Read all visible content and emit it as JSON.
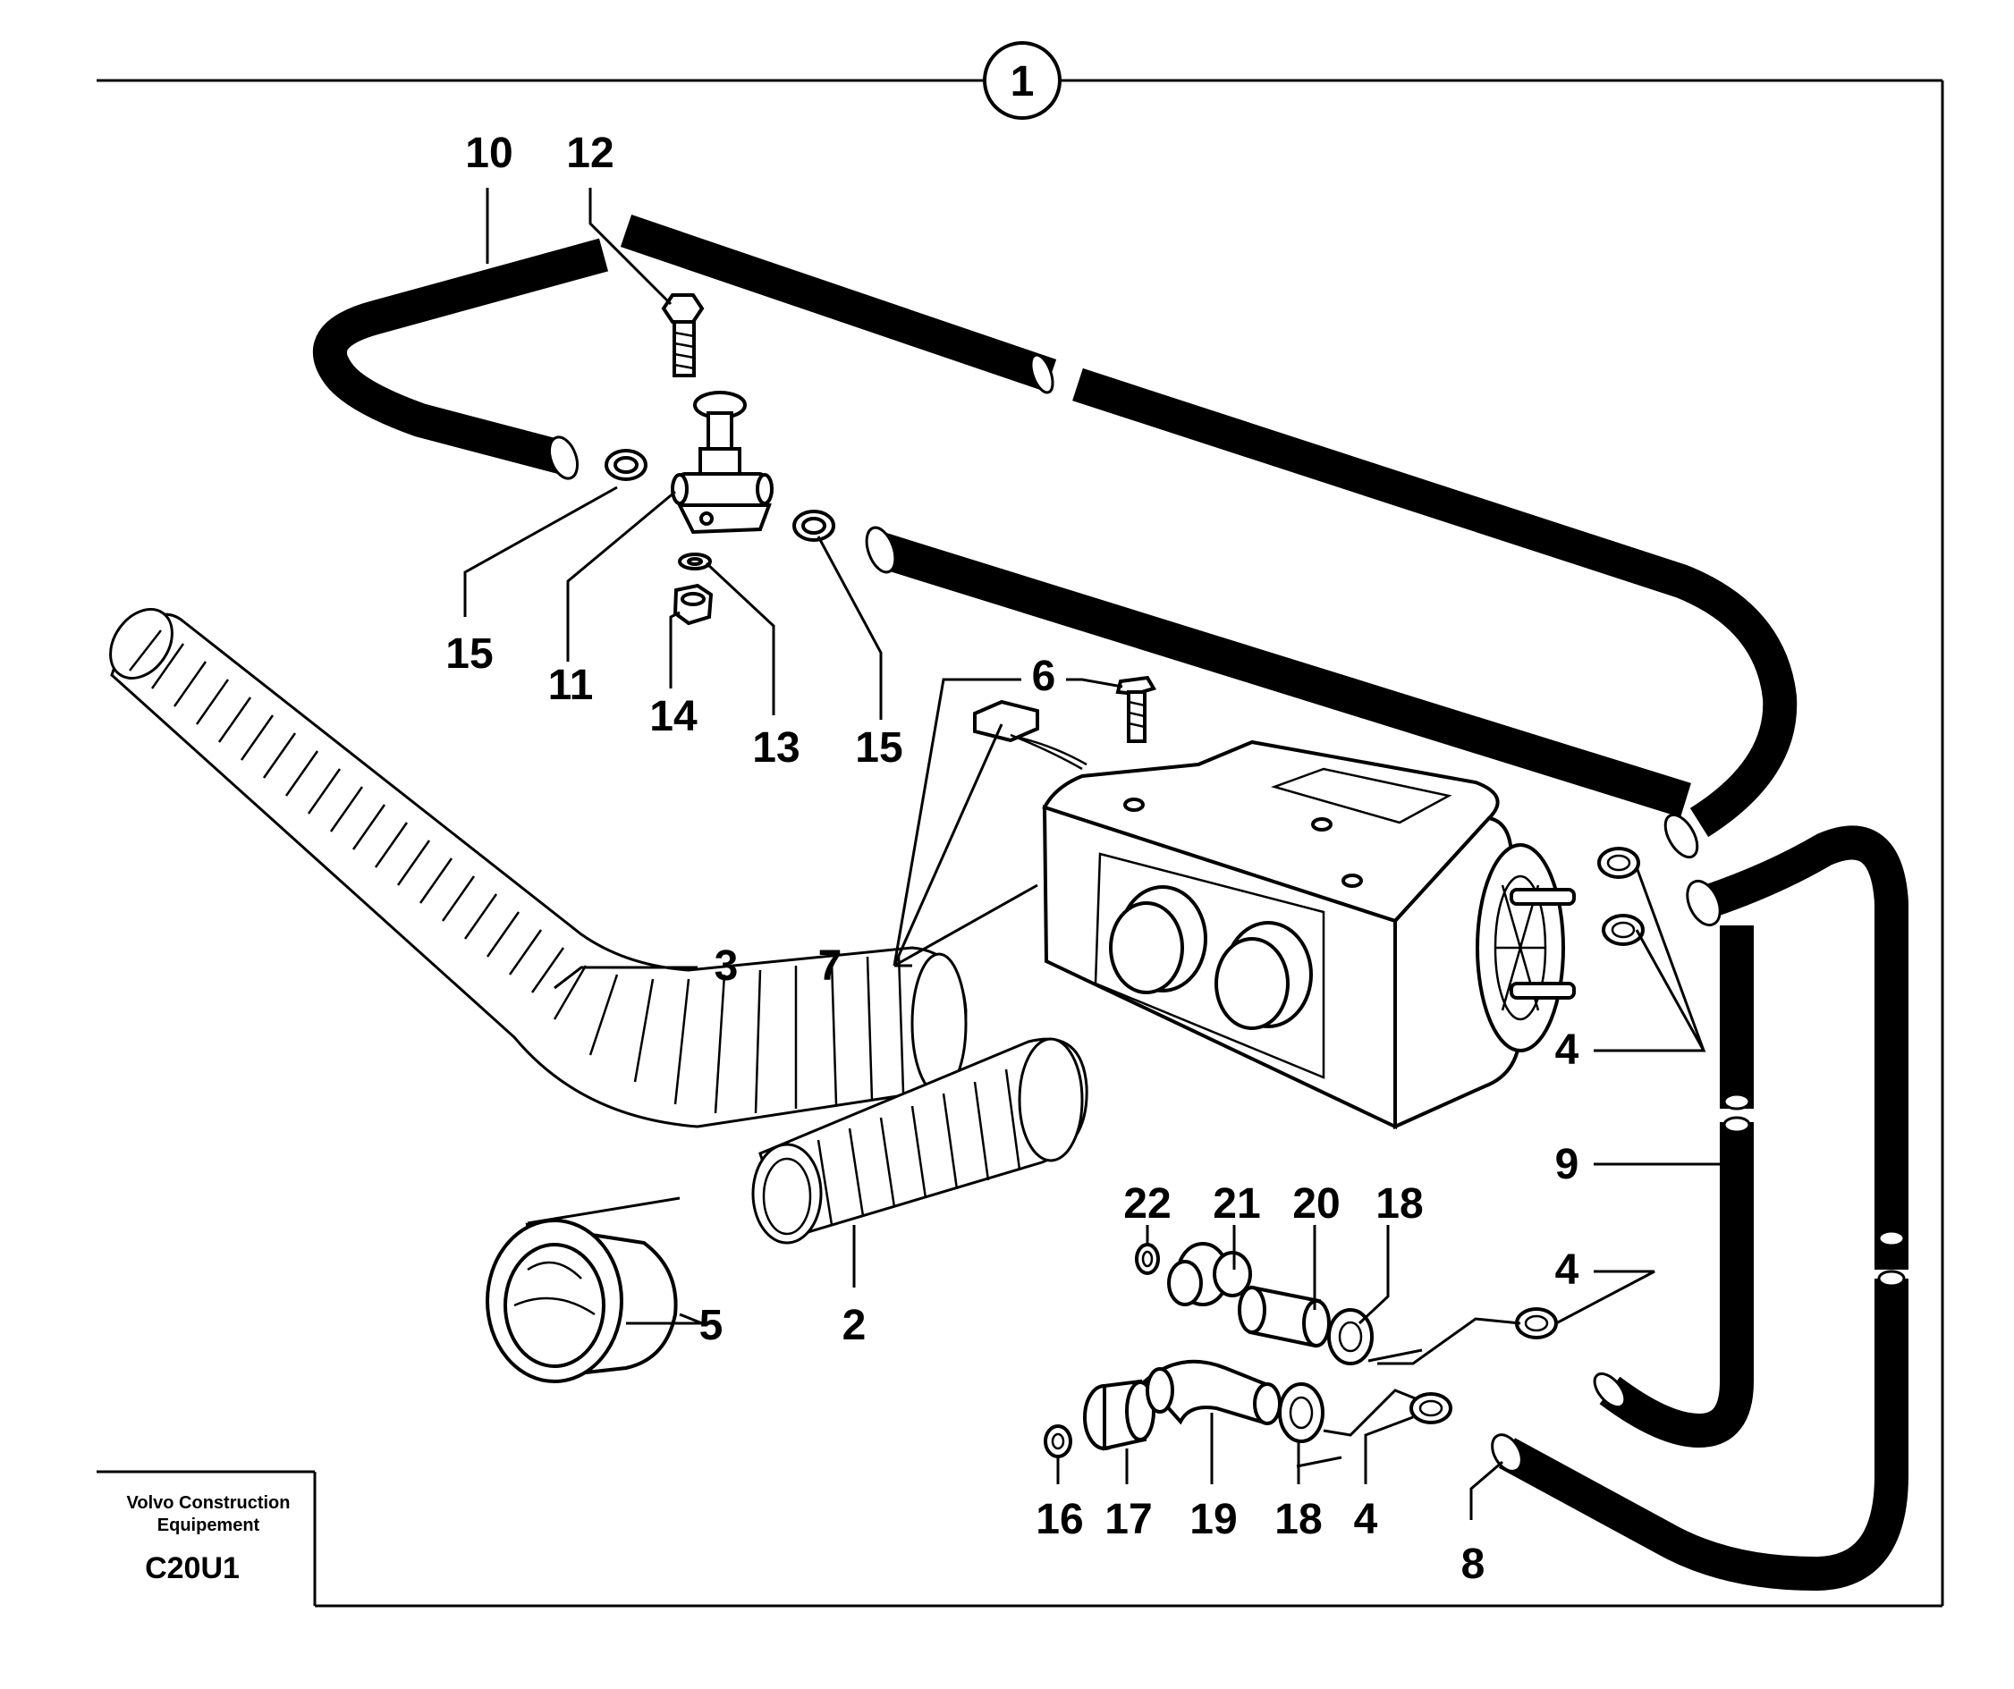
{
  "assembly_number": "1",
  "part_callouts": [
    "10",
    "12",
    "15",
    "11",
    "14",
    "13",
    "15",
    "6",
    "7",
    "3",
    "4",
    "9",
    "4",
    "22",
    "21",
    "20",
    "18",
    "5",
    "2",
    "16",
    "17",
    "19",
    "18",
    "4",
    "8"
  ],
  "title_block": {
    "company_line1": "Volvo Construction",
    "company_line2": "Equipement",
    "drawing_code": "C20U1"
  },
  "colors": {
    "line": "#000000",
    "background": "#ffffff"
  }
}
